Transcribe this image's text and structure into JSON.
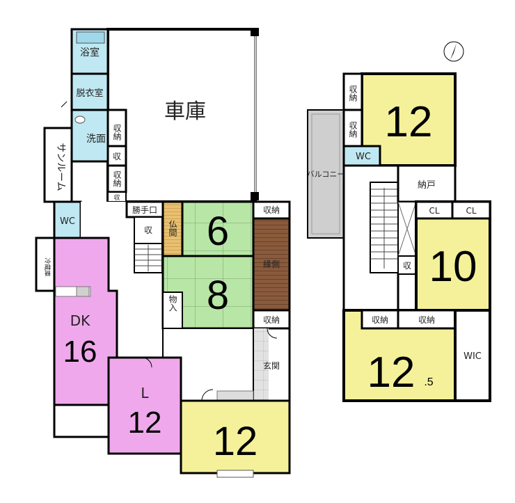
{
  "colors": {
    "bath": "#bfe8f2",
    "tatami": "#b8e6a6",
    "lounge": "#f0a8ec",
    "western": "#f4f19a",
    "engawa": "#8a5a3c",
    "butsuma": "#e8c070",
    "balcony": "#cfcfcf",
    "wall": "#000000"
  },
  "floor1": {
    "garage": "車庫",
    "bath": "浴室",
    "dressing": "脱衣室",
    "washroom": "洗面",
    "sunroom": "サンルーム",
    "wc": "WC",
    "storage_a": "収納",
    "storage_b": "収",
    "storage_c": "収納",
    "storage_d": "収",
    "storage_e": "収",
    "back_door": "勝手口",
    "butsuma": "仏間",
    "tatami_6": "6",
    "tatami_8": "8",
    "storage_top": "収納",
    "engawa": "縁側",
    "storage_bottom": "収納",
    "closet": "物入",
    "entrance": "玄関",
    "dk_label": "DK",
    "dk_size": "16",
    "l_label": "L",
    "l_size": "12",
    "room_12": "12",
    "ref_icon": "冷蔵庫"
  },
  "floor2": {
    "storage_1": "収納",
    "storage_2": "収納",
    "room_12_top": "12",
    "wc": "WC",
    "balcony": "バルコニー",
    "nando": "納戸",
    "cl_1": "CL",
    "cl_2": "CL",
    "room_10": "10",
    "storage_small": "収",
    "storage_3": "収納",
    "storage_4": "収納",
    "room_125_main": "12",
    "room_125_sub": ".5",
    "wic": "WIC"
  }
}
